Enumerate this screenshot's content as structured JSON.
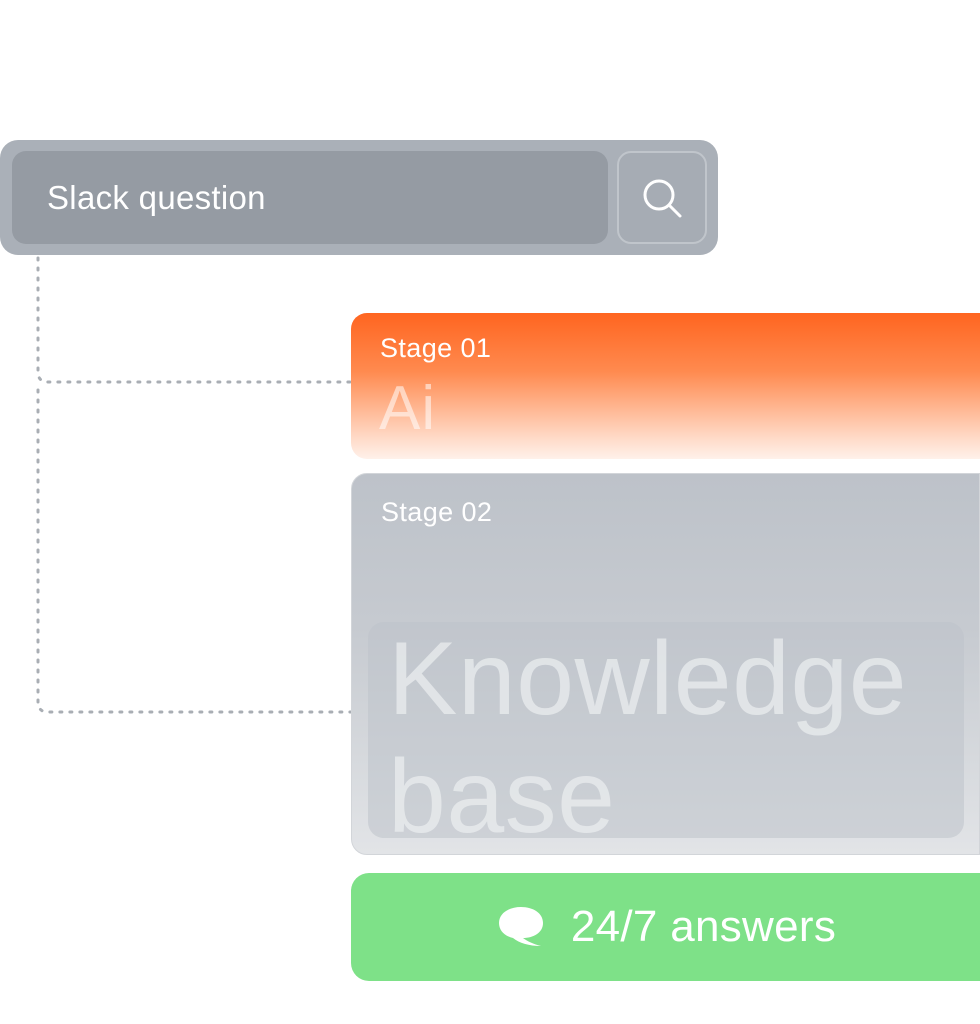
{
  "search": {
    "placeholder": "Slack question",
    "button_icon": "search-icon"
  },
  "stages": [
    {
      "label": "Stage 01",
      "title": "Ai",
      "color_top": "#ff6520",
      "color_bottom": "#fff1ea"
    },
    {
      "label": "Stage 02",
      "title_line1": "Knowledge",
      "title_line2": "base",
      "color": "#c6cad0"
    }
  ],
  "answers": {
    "label": "24/7 answers",
    "icon": "chat-bubble-icon",
    "color": "#7ee188"
  },
  "colors": {
    "search_bar": "#aab0b8",
    "search_input": "#959ba3",
    "connector": "#a9aeb4"
  }
}
